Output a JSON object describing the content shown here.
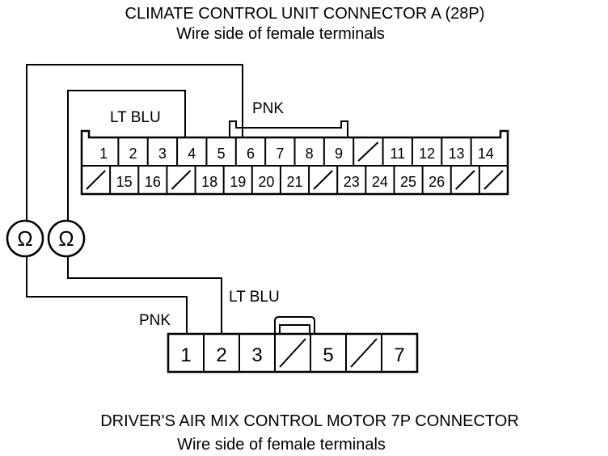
{
  "connector_a": {
    "title": "CLIMATE CONTROL UNIT CONNECTOR A (28P)",
    "subtitle": "Wire side of female terminals",
    "row1": [
      "1",
      "2",
      "3",
      "4",
      "5",
      "6",
      "7",
      "8",
      "9",
      "",
      "11",
      "12",
      "13",
      "14"
    ],
    "row2": [
      "",
      "15",
      "16",
      "",
      "18",
      "19",
      "20",
      "21",
      "",
      "23",
      "24",
      "25",
      "26",
      "",
      ""
    ]
  },
  "connector_b": {
    "title": "DRIVER'S AIR MIX CONTROL MOTOR 7P CONNECTOR",
    "subtitle": "Wire side of female terminals",
    "pins": [
      "1",
      "2",
      "3",
      "",
      "5",
      "",
      "7"
    ]
  },
  "wire_labels": {
    "a_lt_blu": "LT BLU",
    "a_pnk": "PNK",
    "b_lt_blu": "LT BLU",
    "b_pnk": "PNK"
  },
  "meters": {
    "symbol": "Ω"
  }
}
